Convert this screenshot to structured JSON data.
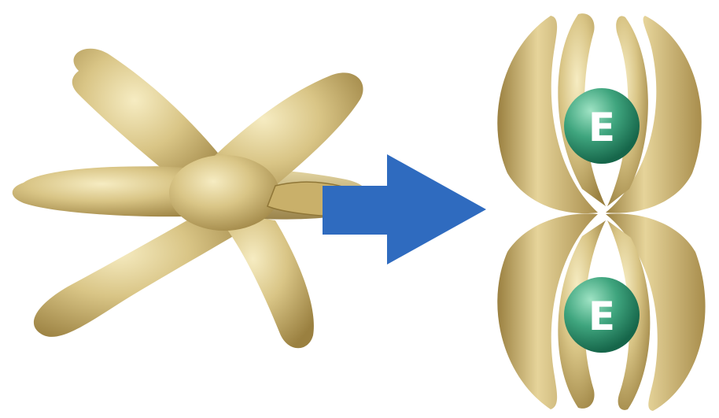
{
  "colors": {
    "background": "#ffffff",
    "gold_light": "#efe2ac",
    "gold_mid": "#d2bd7e",
    "gold_dark": "#8f7637",
    "arrow": "#2f6bbf",
    "ball_light": "#7fd2ad",
    "ball_dark": "#1e7d5b"
  },
  "diagram": {
    "left_shape": "x-shaped-structure",
    "arrow_direction": "right",
    "right_shape": "folded-dimer-structure",
    "balls": [
      {
        "label": "E"
      },
      {
        "label": "E"
      }
    ]
  }
}
